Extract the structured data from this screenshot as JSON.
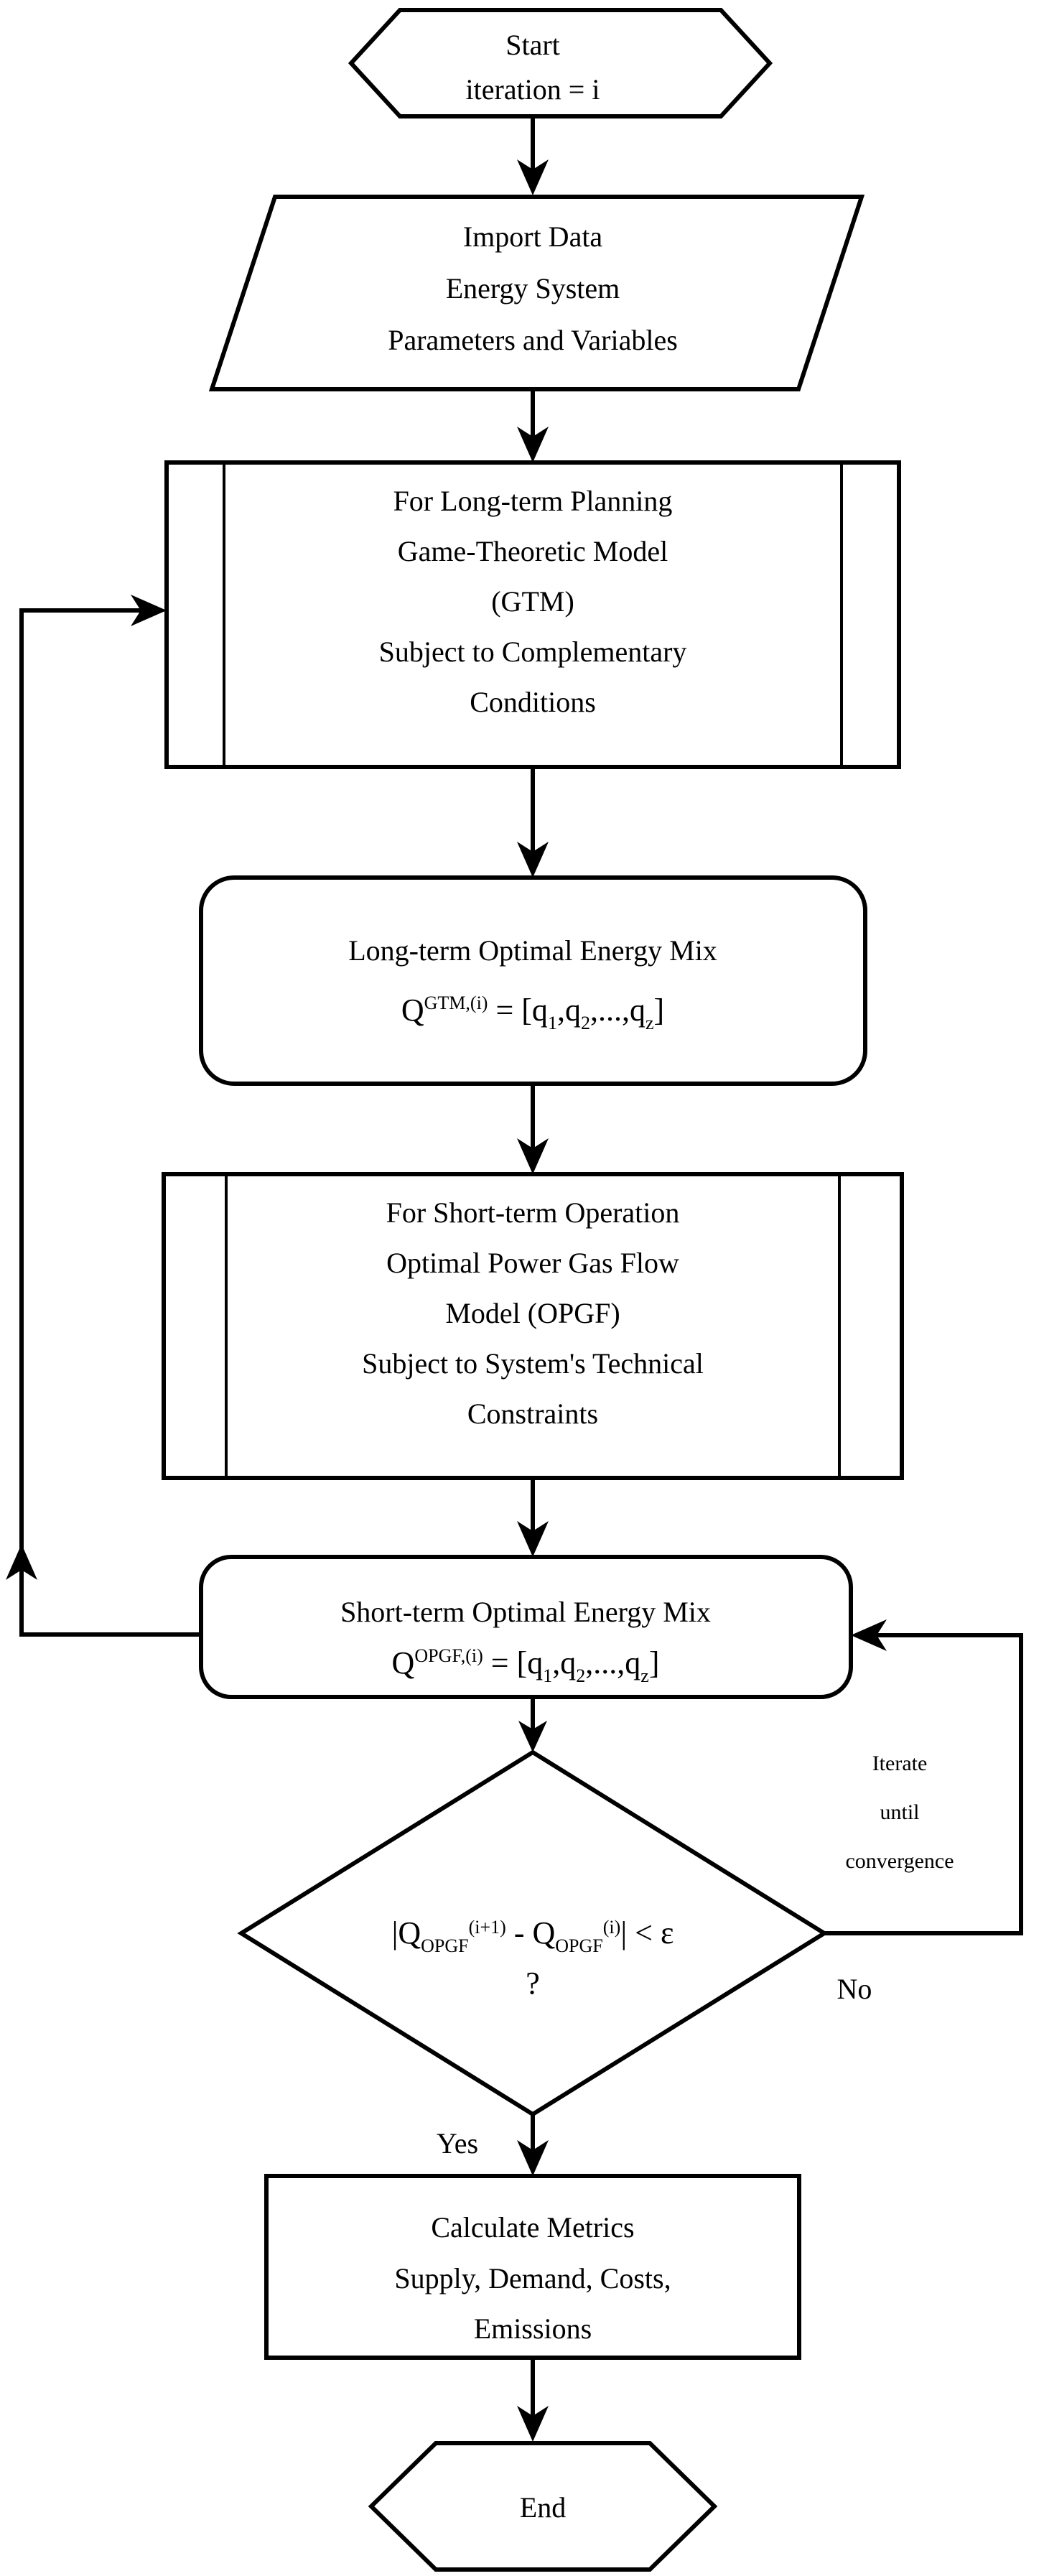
{
  "diagram": {
    "title": "Energy System Iterative Optimization Flowchart",
    "background_color": "#ffffff",
    "line_color": "#000000",
    "text_color": "#000000"
  },
  "nodes": {
    "start": {
      "shape": "hexagon",
      "line1": "Start",
      "line2": "iteration = i"
    },
    "import_data": {
      "shape": "parallelogram",
      "line1": "Import Data",
      "line2": "Energy System",
      "line3": "Parameters and Variables"
    },
    "gtm": {
      "shape": "predefined-process",
      "line1": "For Long-term Planning",
      "line2": "Game-Theoretic Model",
      "line3": "(GTM)",
      "line4": "Subject to Complementary",
      "line5": "Conditions"
    },
    "long_term_mix": {
      "shape": "rounded-rectangle",
      "line1": "Long-term Optimal Energy Mix",
      "formula_base": "Q",
      "formula_sup": "GTM,(i)",
      "formula_rest": " = [q",
      "formula_sub1": "1",
      "formula_mid1": ",q",
      "formula_sub2": "2",
      "formula_mid2": ",...,q",
      "formula_sub3": "z",
      "formula_end": "]"
    },
    "opgf": {
      "shape": "predefined-process",
      "line1": "For Short-term Operation",
      "line2": "Optimal Power Gas Flow",
      "line3": "Model (OPGF)",
      "line4": "Subject to System's Technical",
      "line5": "Constraints"
    },
    "short_term_mix": {
      "shape": "rounded-rectangle",
      "line1": "Short-term Optimal Energy Mix",
      "formula_base": "Q",
      "formula_sup": "OPGF,(i)",
      "formula_rest": " = [q",
      "formula_sub1": "1",
      "formula_mid1": ",q",
      "formula_sub2": "2",
      "formula_mid2": ",...,q",
      "formula_sub3": "z",
      "formula_end": "]"
    },
    "decision": {
      "shape": "diamond",
      "bar_open": "|",
      "q1_base": "Q",
      "q1_sub": "OPGF",
      "q1_sup": "(i+1)",
      "minus": " - ",
      "q2_base": "Q",
      "q2_sub": "OPGF",
      "q2_sup": "(i)",
      "bar_close": "|",
      "comparison": " < ",
      "epsilon": "ε",
      "question_mark": "?"
    },
    "calculate_metrics": {
      "shape": "rectangle",
      "line1": "Calculate Metrics",
      "line2": "Supply, Demand, Costs,",
      "line3": "Emissions"
    },
    "end": {
      "shape": "hexagon",
      "line1": "End"
    }
  },
  "edge_labels": {
    "yes": "Yes",
    "no": "No",
    "iterate_line1": "Iterate",
    "iterate_line2": "until",
    "iterate_line3": "convergence"
  }
}
